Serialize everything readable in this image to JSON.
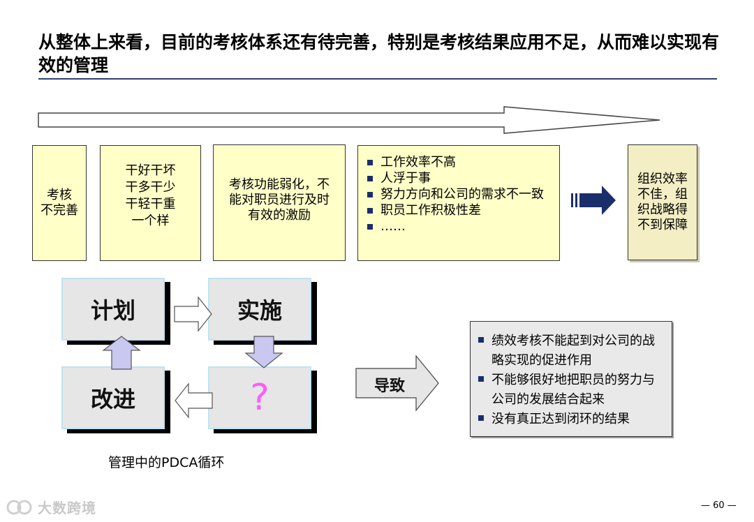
{
  "title": "从整体上来看，目前的考核体系还有待完善，特别是考核结果应用不足，从而难以实现有效的管理",
  "flow_boxes": [
    {
      "label": "考核\n不完善"
    },
    {
      "label": "干好干坏\n干多干少\n干轻干重\n一个样"
    },
    {
      "label": "考核功能弱化，不\n能对职员进行及时\n有效的激励"
    }
  ],
  "problems": [
    "工作效率不高",
    "人浮于事",
    "努力方向和公司的需求不一致",
    "职员工作积极性差",
    "……"
  ],
  "outcome": "组织效率\n不佳，组\n织战略得\n不到保障",
  "pdca": {
    "plan": "计划",
    "do": "实施",
    "check": "?",
    "act": "改进",
    "caption": "管理中的PDCA循环"
  },
  "lead_to": "导致",
  "results": [
    "绩效考核不能起到对公司的战略实现的促进作用",
    "不能够很好地把职员的努力与公司的发展结合起来",
    "没有真正达到闭环的结果"
  ],
  "watermark": "大数跨境",
  "page_number": "— 60 —",
  "colors": {
    "box_fill": "#ffffc8",
    "bullet": "#1a2e6b",
    "arrow_blue": "#1a2e6b",
    "pdca_arrow": "#c8c8f0",
    "question": "#ff5cff"
  }
}
